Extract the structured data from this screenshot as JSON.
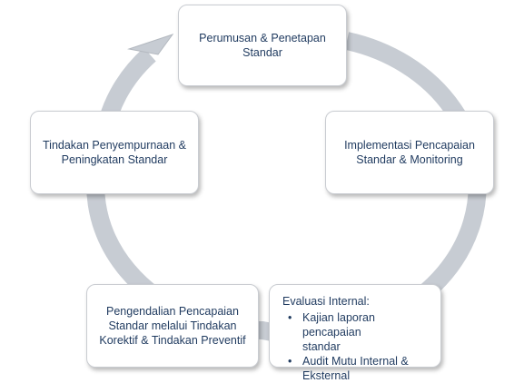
{
  "colors": {
    "text": "#1f3a5f",
    "arrow": "#c7ccd3",
    "arrow_edge": "#b3b8bf",
    "box_border": "#c9ccd1"
  },
  "steps": {
    "s1": {
      "line1": "Perumusan & Penetapan",
      "line2": "Standar"
    },
    "s2": {
      "line1": "Implementasi Pencapaian",
      "line2": "Standar & Monitoring"
    },
    "s3": {
      "heading": "Evaluasi Internal:",
      "bullet": "•",
      "items": [
        {
          "line1": "Kajian laporan pencapaian",
          "line2": "standar"
        },
        {
          "line1": "Audit Mutu Internal &",
          "line2": "Eksternal"
        }
      ]
    },
    "s4": {
      "line1": "Pengendalian Pencapaian",
      "line2": "Standar melalui Tindakan",
      "line3": "Korektif & Tindakan Preventif"
    },
    "s5": {
      "line1": "Tindakan Penyempurnaan &",
      "line2": "Peningkatan Standar"
    }
  }
}
